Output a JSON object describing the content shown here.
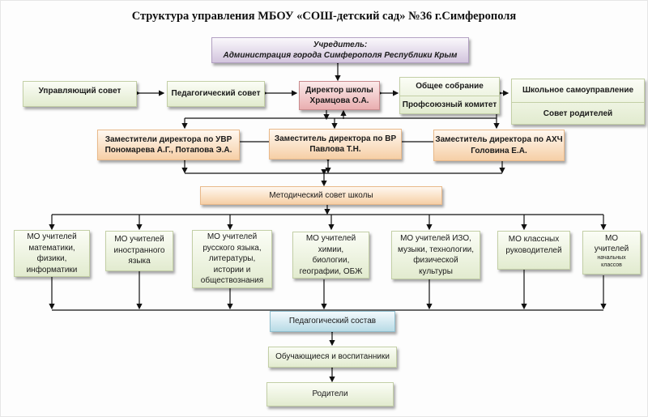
{
  "title": "Структура управления МБОУ «СОШ-детский сад» №36 г.Симферополя",
  "founder": {
    "line1": "Учредитель:",
    "line2": "Администрация города Симферополя Республики Крым"
  },
  "row2": {
    "governing_council": "Управляющий совет",
    "pedagogical_council": "Педагогический совет",
    "director": {
      "line1": "Директор школы",
      "line2": "Храмцова О.А."
    },
    "general_meeting": "Общее собрание",
    "trade_union": "Профсоюзный комитет",
    "student_government": "Школьное самоуправление",
    "parents_council": "Совет родителей"
  },
  "deputies": [
    {
      "line1": "Заместители директора по УВР",
      "line2": "Пономарева А.Г., Потапова Э.А."
    },
    {
      "line1": "Заместитель директора по ВР",
      "line2": "Павлова Т.Н."
    },
    {
      "line1": "Заместитель директора по АХЧ",
      "line2": "Головина Е.А."
    }
  ],
  "methodical_council": "Методический совет школы",
  "mo_groups": [
    {
      "lines": [
        "МО учителей",
        "математики,",
        "физики,",
        "информатики"
      ]
    },
    {
      "lines": [
        "МО учителей",
        "иностранного",
        "языка"
      ]
    },
    {
      "lines": [
        "МО учителей",
        "русского языка,",
        "литературы,",
        "истории и",
        "обществознания"
      ]
    },
    {
      "lines": [
        "МО учителей",
        "химии,",
        "биологии,",
        "географии, ОБЖ"
      ]
    },
    {
      "lines": [
        "МО учителей ИЗО,",
        "музыки,  технологии,",
        "физической",
        "культуры"
      ]
    },
    {
      "lines": [
        "МО классных",
        "руководителей"
      ]
    },
    {
      "lines": [
        "МО",
        "учителей"
      ],
      "small": [
        "начальных",
        "классов"
      ]
    }
  ],
  "teaching_staff": "Педагогический состав",
  "students": "Обучающиеся и воспитанники",
  "parents": "Родители",
  "colors": {
    "line": "#111111"
  }
}
